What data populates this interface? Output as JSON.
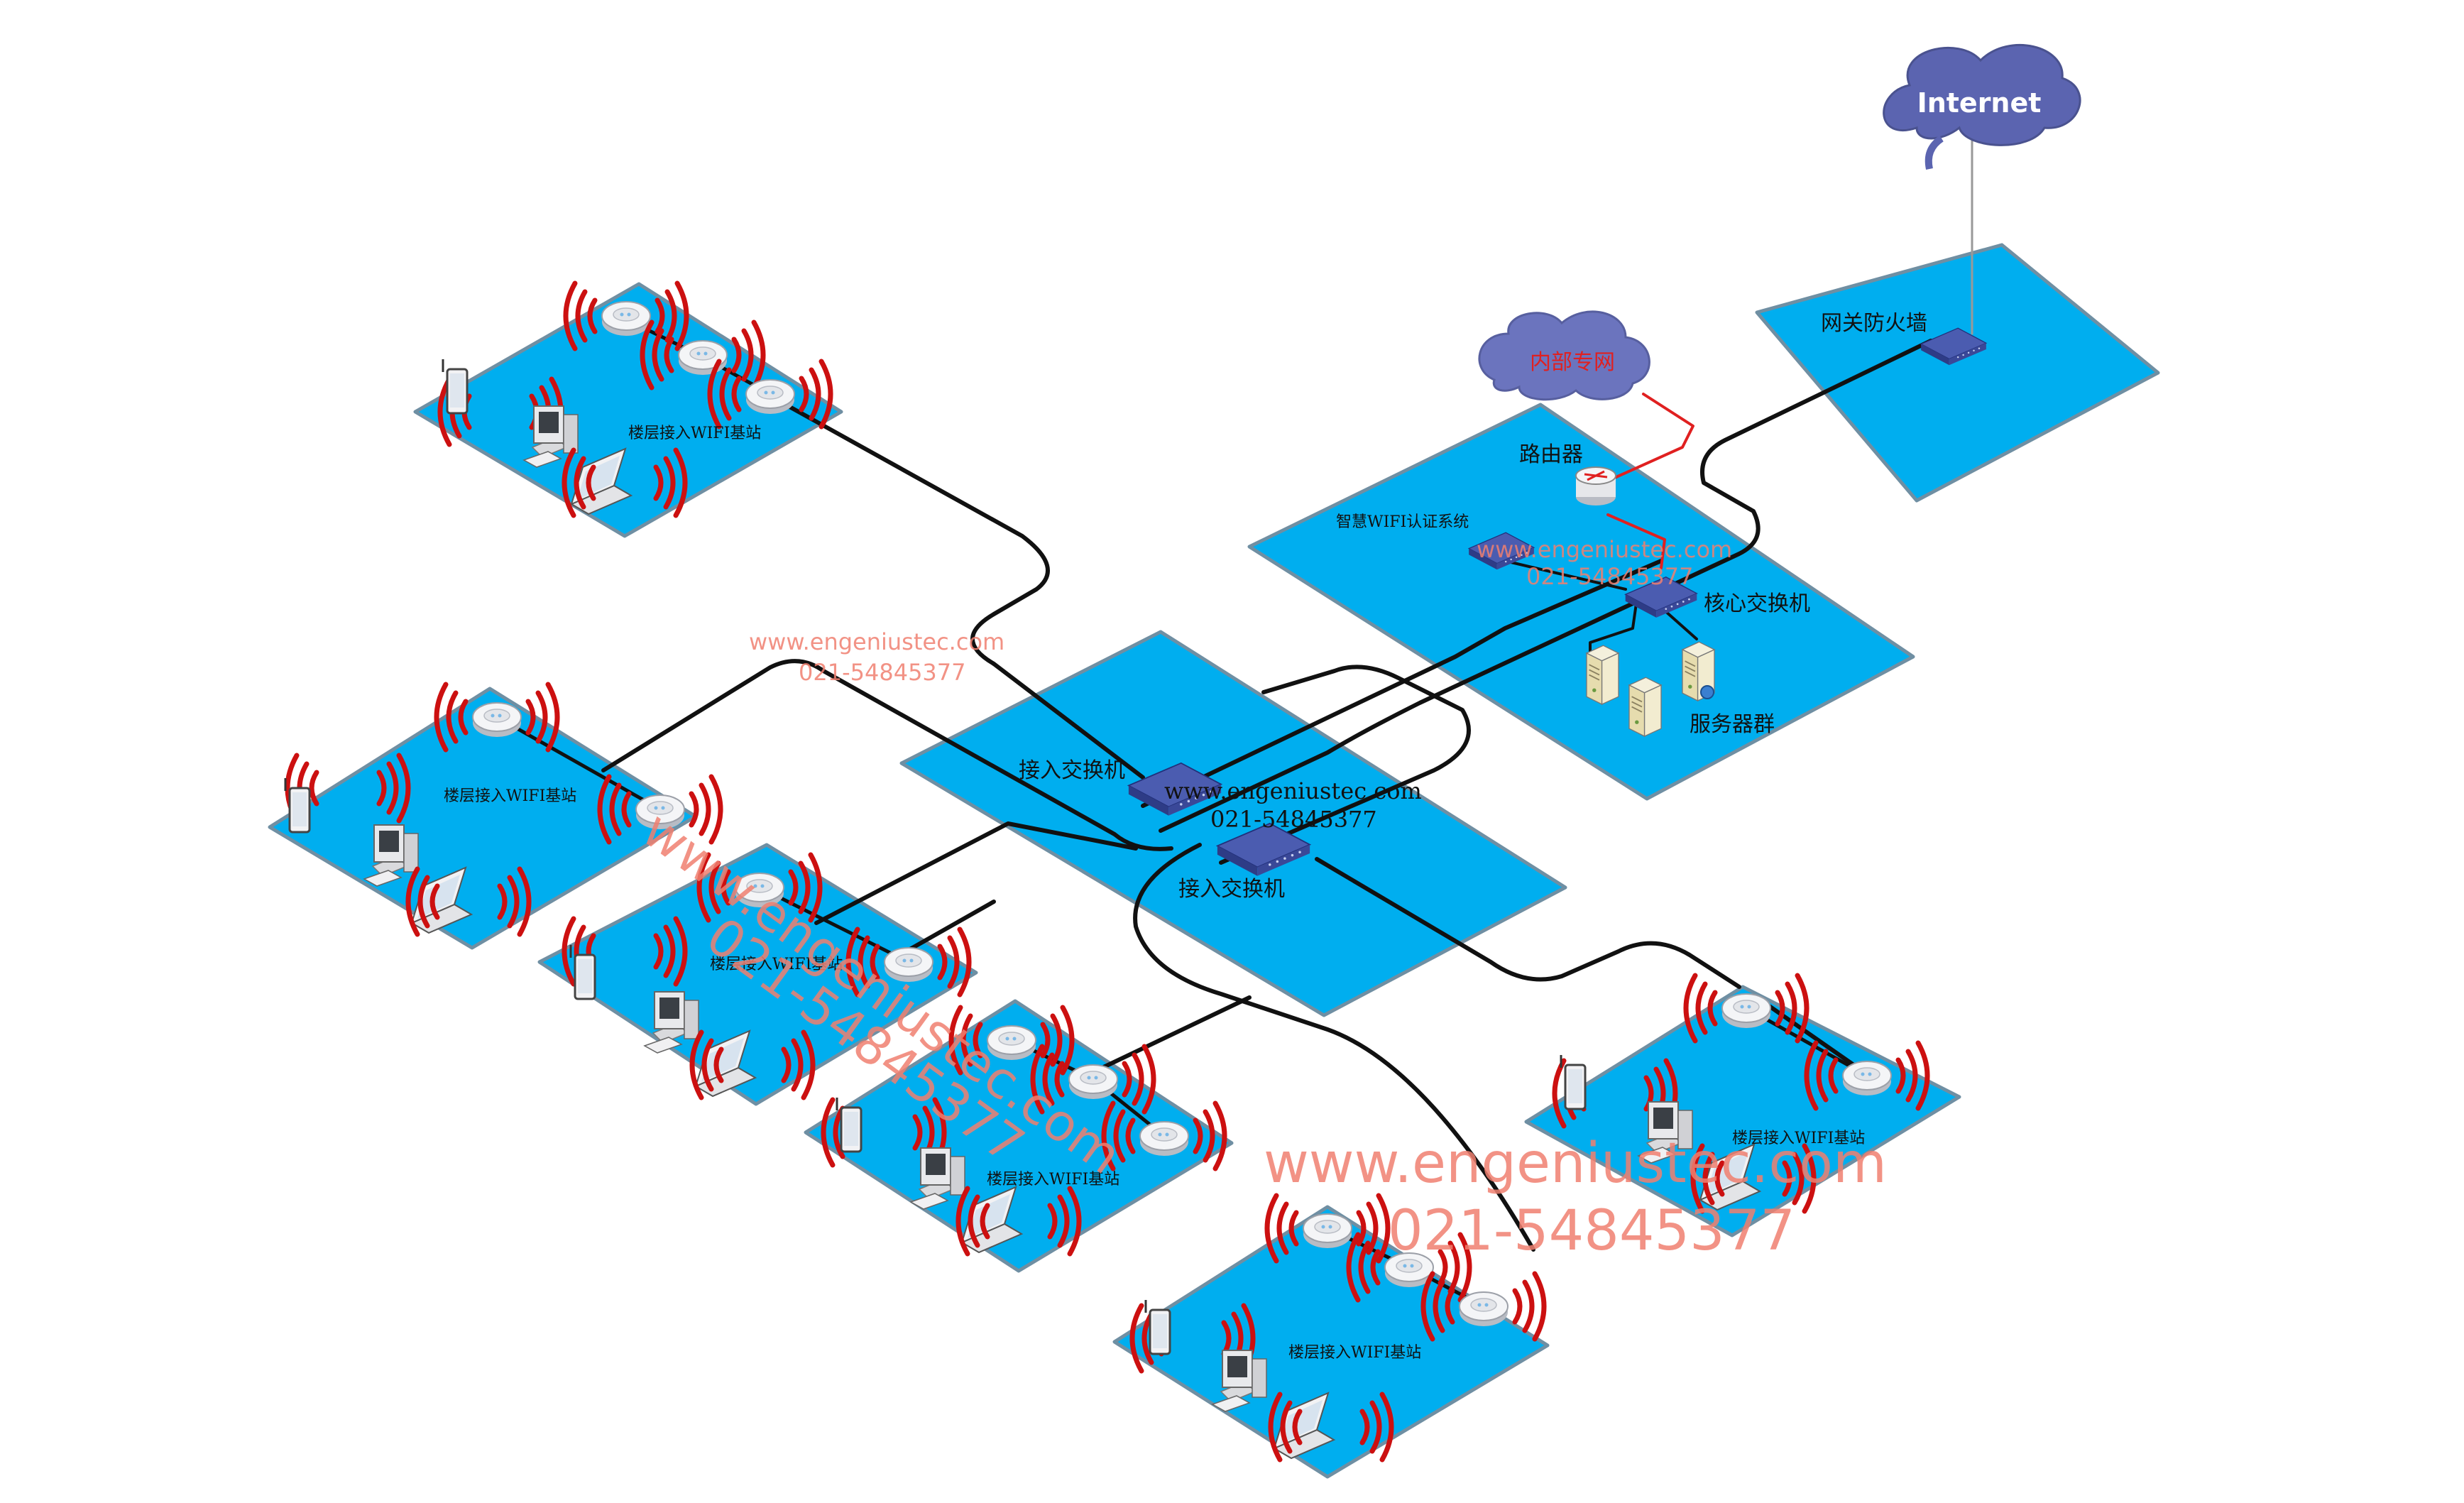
{
  "diagram": {
    "internet_label": "Internet",
    "intranet_label": "内部专网",
    "firewall_label": "网关防火墙",
    "router_label": "路由器",
    "auth_label": "智慧WIFI认证系统",
    "core_switch_label": "核心交换机",
    "server_label": "服务器群",
    "access_switch_labels": [
      "接入交换机",
      "接入交换机"
    ],
    "ap_platform_label": "楼层接入WIFI基站",
    "watermark_url": "www.engeniustec.com",
    "watermark_phone": "021-54845377"
  },
  "colors": {
    "platform": "#00aeef",
    "cloud_internet": "#5b64b0",
    "cloud_intranet": "#6b74be",
    "device": "#3a4a9c",
    "link": "#111111",
    "link_red": "#e02020",
    "wave": "#cc1010",
    "watermark": "#f08070"
  }
}
